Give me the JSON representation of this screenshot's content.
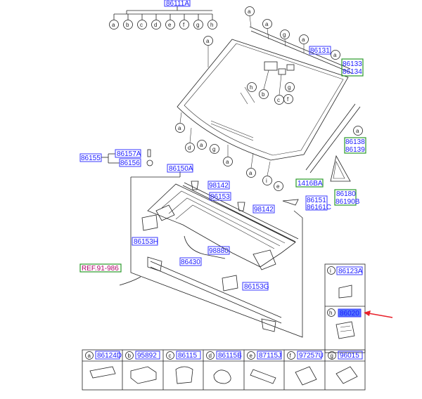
{
  "labels": {
    "p86111A": "86111A",
    "p86131": "86131",
    "p86133": "86133",
    "p86134": "86134",
    "p86138": "86138",
    "p86139": "86139",
    "p86155": "86155",
    "p86157A": "86157A",
    "p86156": "86156",
    "p86150A": "86150A",
    "p98142a": "98142",
    "p86153": "86153",
    "p98142b": "98142",
    "p86153H": "86153H",
    "p98880": "98880",
    "p86430": "86430",
    "p86153G": "86153G",
    "p1416BA": "1416BA",
    "p86151": "86151",
    "p86161C": "86161C",
    "p86180": "86180",
    "p86190B": "86190B",
    "ref": "REF.91-986"
  },
  "callouts": [
    "a",
    "b",
    "c",
    "d",
    "e",
    "f",
    "g",
    "h",
    "i"
  ],
  "side_table": {
    "i": "86123A",
    "h": "86020"
  },
  "bottom_table": [
    {
      "letter": "a",
      "part": "86124D"
    },
    {
      "letter": "b",
      "part": "95892"
    },
    {
      "letter": "c",
      "part": "86115"
    },
    {
      "letter": "d",
      "part": "86115B"
    },
    {
      "letter": "e",
      "part": "87115J"
    },
    {
      "letter": "f",
      "part": "97257U"
    },
    {
      "letter": "g",
      "part": "96015"
    }
  ],
  "colors": {
    "label_blue": "#1a1aff",
    "box_green": "#2a9a2a",
    "ref_magenta": "#b0006a",
    "arrow_red": "#e8202a",
    "highlight": "#5577ff"
  }
}
